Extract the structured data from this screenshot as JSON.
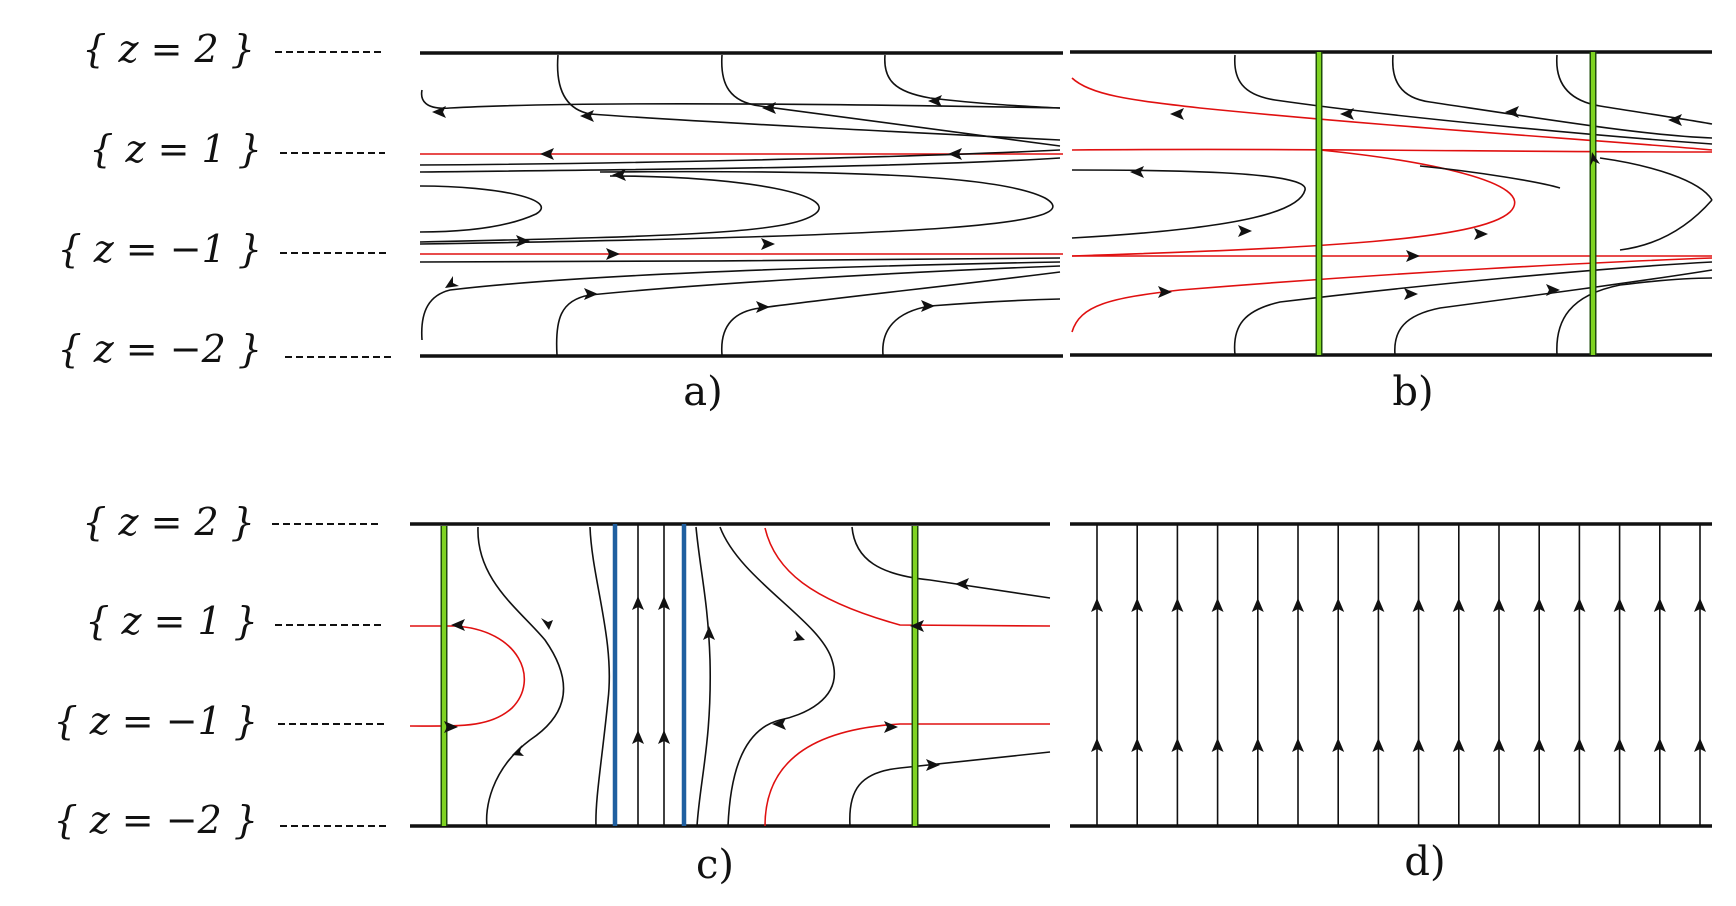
{
  "z_levels": [
    {
      "text": "{ z = 2 }",
      "z": 2
    },
    {
      "text": "{ z = 1 }",
      "z": 1
    },
    {
      "text": "{ z = −1 }",
      "z": -1
    },
    {
      "text": "{ z = −2 }",
      "z": -2
    }
  ],
  "panels": [
    {
      "id": "a",
      "label": "a)"
    },
    {
      "id": "b",
      "label": "b)"
    },
    {
      "id": "c",
      "label": "c)"
    },
    {
      "id": "d",
      "label": "d)"
    }
  ],
  "colors": {
    "trajectory": "#111111",
    "separatrix": "#e01010",
    "green_line": "#7ed321",
    "blue_line": "#1f5fa0"
  }
}
